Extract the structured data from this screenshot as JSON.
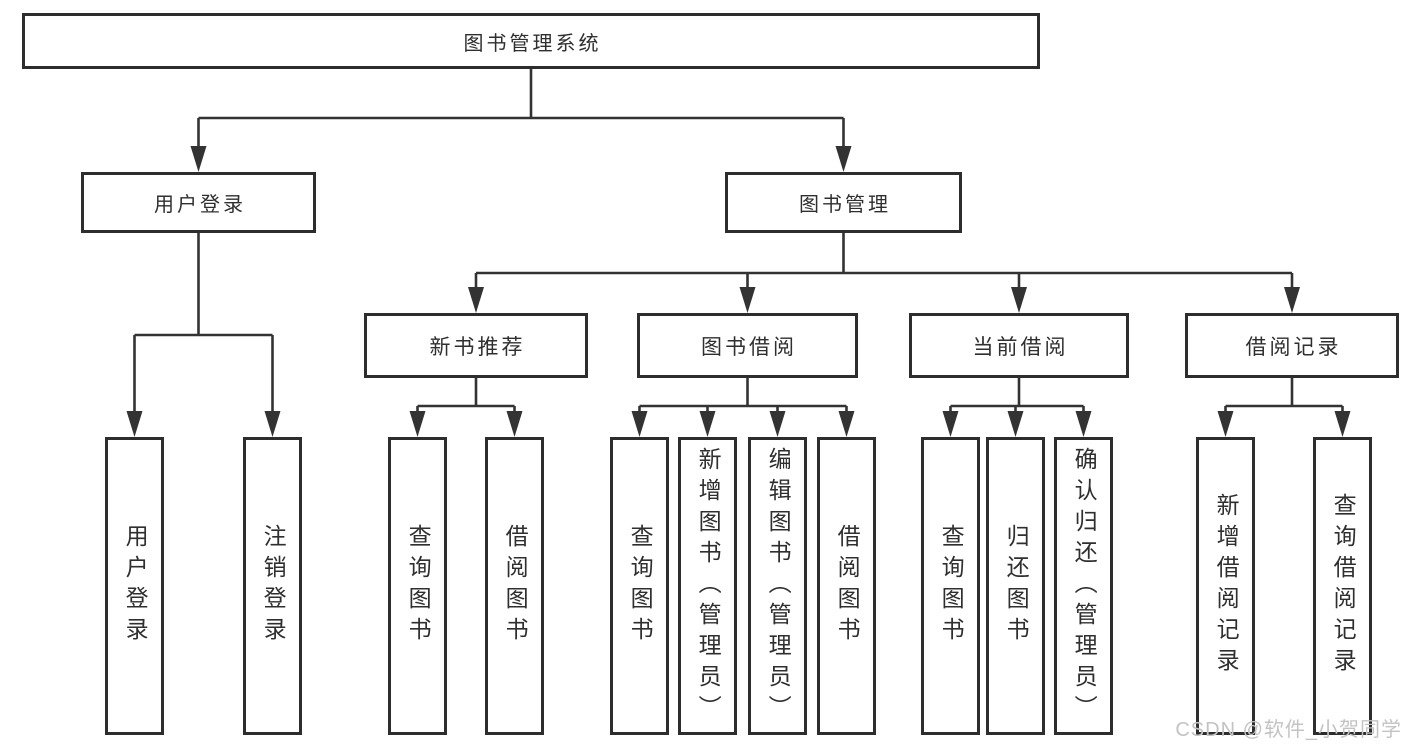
{
  "diagram": {
    "root": {
      "label": "图书管理系统"
    },
    "branches": [
      {
        "label": "用户登录",
        "children": [
          {
            "label": "用户登录"
          },
          {
            "label": "注销登录"
          }
        ]
      },
      {
        "label": "图书管理",
        "children": [
          {
            "label": "新书推荐",
            "children": [
              {
                "label": "查询图书"
              },
              {
                "label": "借阅图书"
              }
            ]
          },
          {
            "label": "图书借阅",
            "children": [
              {
                "label": "查询图书"
              },
              {
                "label": "新增图书（管理员）"
              },
              {
                "label": "编辑图书（管理员）"
              },
              {
                "label": "借阅图书"
              }
            ]
          },
          {
            "label": "当前借阅",
            "children": [
              {
                "label": "查询图书"
              },
              {
                "label": "归还图书"
              },
              {
                "label": "确认归还（管理员）"
              }
            ]
          },
          {
            "label": "借阅记录",
            "children": [
              {
                "label": "新增借阅记录"
              },
              {
                "label": "查询借阅记录"
              }
            ]
          }
        ]
      }
    ],
    "watermark": "CSDN @软件_小贺同学",
    "colors": {
      "line": "#333333",
      "box_border": "#2d2d2d",
      "box_fill": "#ffffff",
      "text": "#2f2f2f",
      "watermark": "#c3c3c3",
      "background": "#ffffff"
    }
  }
}
